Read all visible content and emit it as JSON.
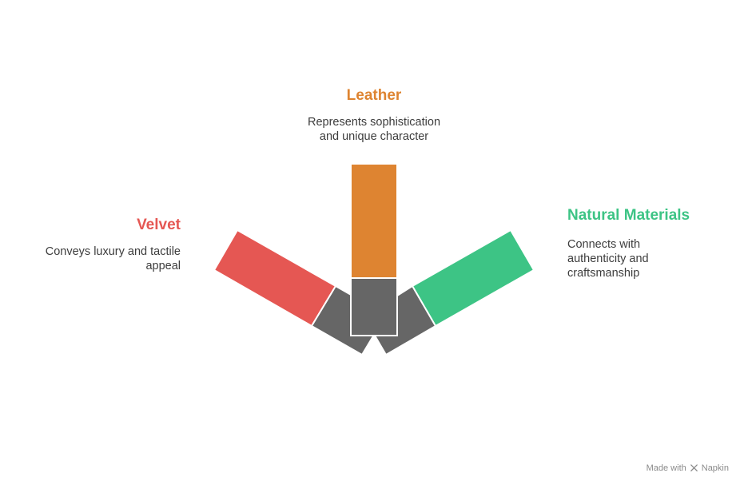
{
  "items": [
    {
      "key": "leather",
      "title": "Leather",
      "desc_lines": [
        "Represents sophistication",
        "and unique character"
      ],
      "color": "#DE8431"
    },
    {
      "key": "velvet",
      "title": "Velvet",
      "desc_lines": [
        "Conveys luxury and tactile",
        "appeal"
      ],
      "color": "#E55753"
    },
    {
      "key": "natural",
      "title": "Natural Materials",
      "desc_lines": [
        "Connects with",
        "authenticity and",
        "craftsmanship"
      ],
      "color": "#3DC485"
    }
  ],
  "connector_color": "#666666",
  "footer": {
    "made_with": "Made with",
    "brand": "Napkin",
    "icon": "napkin-logo-icon"
  }
}
